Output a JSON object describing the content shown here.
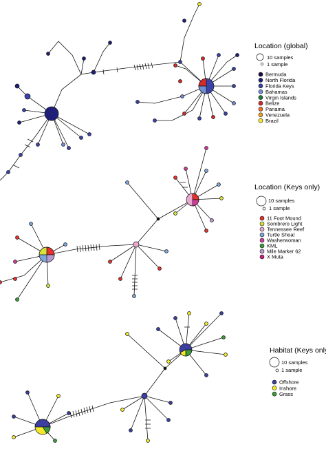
{
  "legends": [
    {
      "title": "Location (global)",
      "size_labels": [
        "10 samples",
        "1 sample"
      ],
      "items": [
        {
          "label": "Bermuda",
          "color": "#1b0a3c"
        },
        {
          "label": "North Florida",
          "color": "#1f1f7a"
        },
        {
          "label": "Florida Keys",
          "color": "#3a44a8"
        },
        {
          "label": "Bahamas",
          "color": "#6f8fcf"
        },
        {
          "label": "Virgin Islands",
          "color": "#1f7a3a"
        },
        {
          "label": "Belize",
          "color": "#d42b2b"
        },
        {
          "label": "Panama",
          "color": "#f26b22"
        },
        {
          "label": "Venezuela",
          "color": "#f0a22c"
        },
        {
          "label": "Brazil",
          "color": "#f4ea2b"
        }
      ]
    },
    {
      "title": "Location (Keys only)",
      "size_labels": [
        "10 samples",
        "1 sample"
      ],
      "items": [
        {
          "label": "11 Foot Mound",
          "color": "#e8312f"
        },
        {
          "label": "Sombrero Light",
          "color": "#d8e23a"
        },
        {
          "label": "Tennessee Reef",
          "color": "#e9a9cf"
        },
        {
          "label": "Turtle Shoal",
          "color": "#7fa6d8"
        },
        {
          "label": "Washerwoman",
          "color": "#d23c9a"
        },
        {
          "label": "KML",
          "color": "#3e9a3a"
        },
        {
          "label": "Mile Marker 62",
          "color": "#b79ad2"
        },
        {
          "label": "X Muta",
          "color": "#c8207a"
        }
      ]
    },
    {
      "title": "Habitat (Keys only)",
      "size_labels": [
        "10 samples",
        "1 sample"
      ],
      "items": [
        {
          "label": "Offshore",
          "color": "#3c3fa0"
        },
        {
          "label": "Inshore",
          "color": "#f2e92c"
        },
        {
          "label": "Grass",
          "color": "#3e9a3a"
        }
      ]
    }
  ]
}
